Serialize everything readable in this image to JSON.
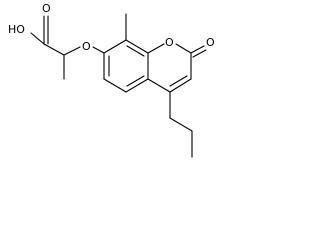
{
  "molecule": {
    "atoms": {
      "hydroxyl": "HO",
      "carbonyl_acid": "O",
      "ether": "O",
      "ring_oxygen": "O",
      "lactone_carbonyl": "O"
    }
  }
}
